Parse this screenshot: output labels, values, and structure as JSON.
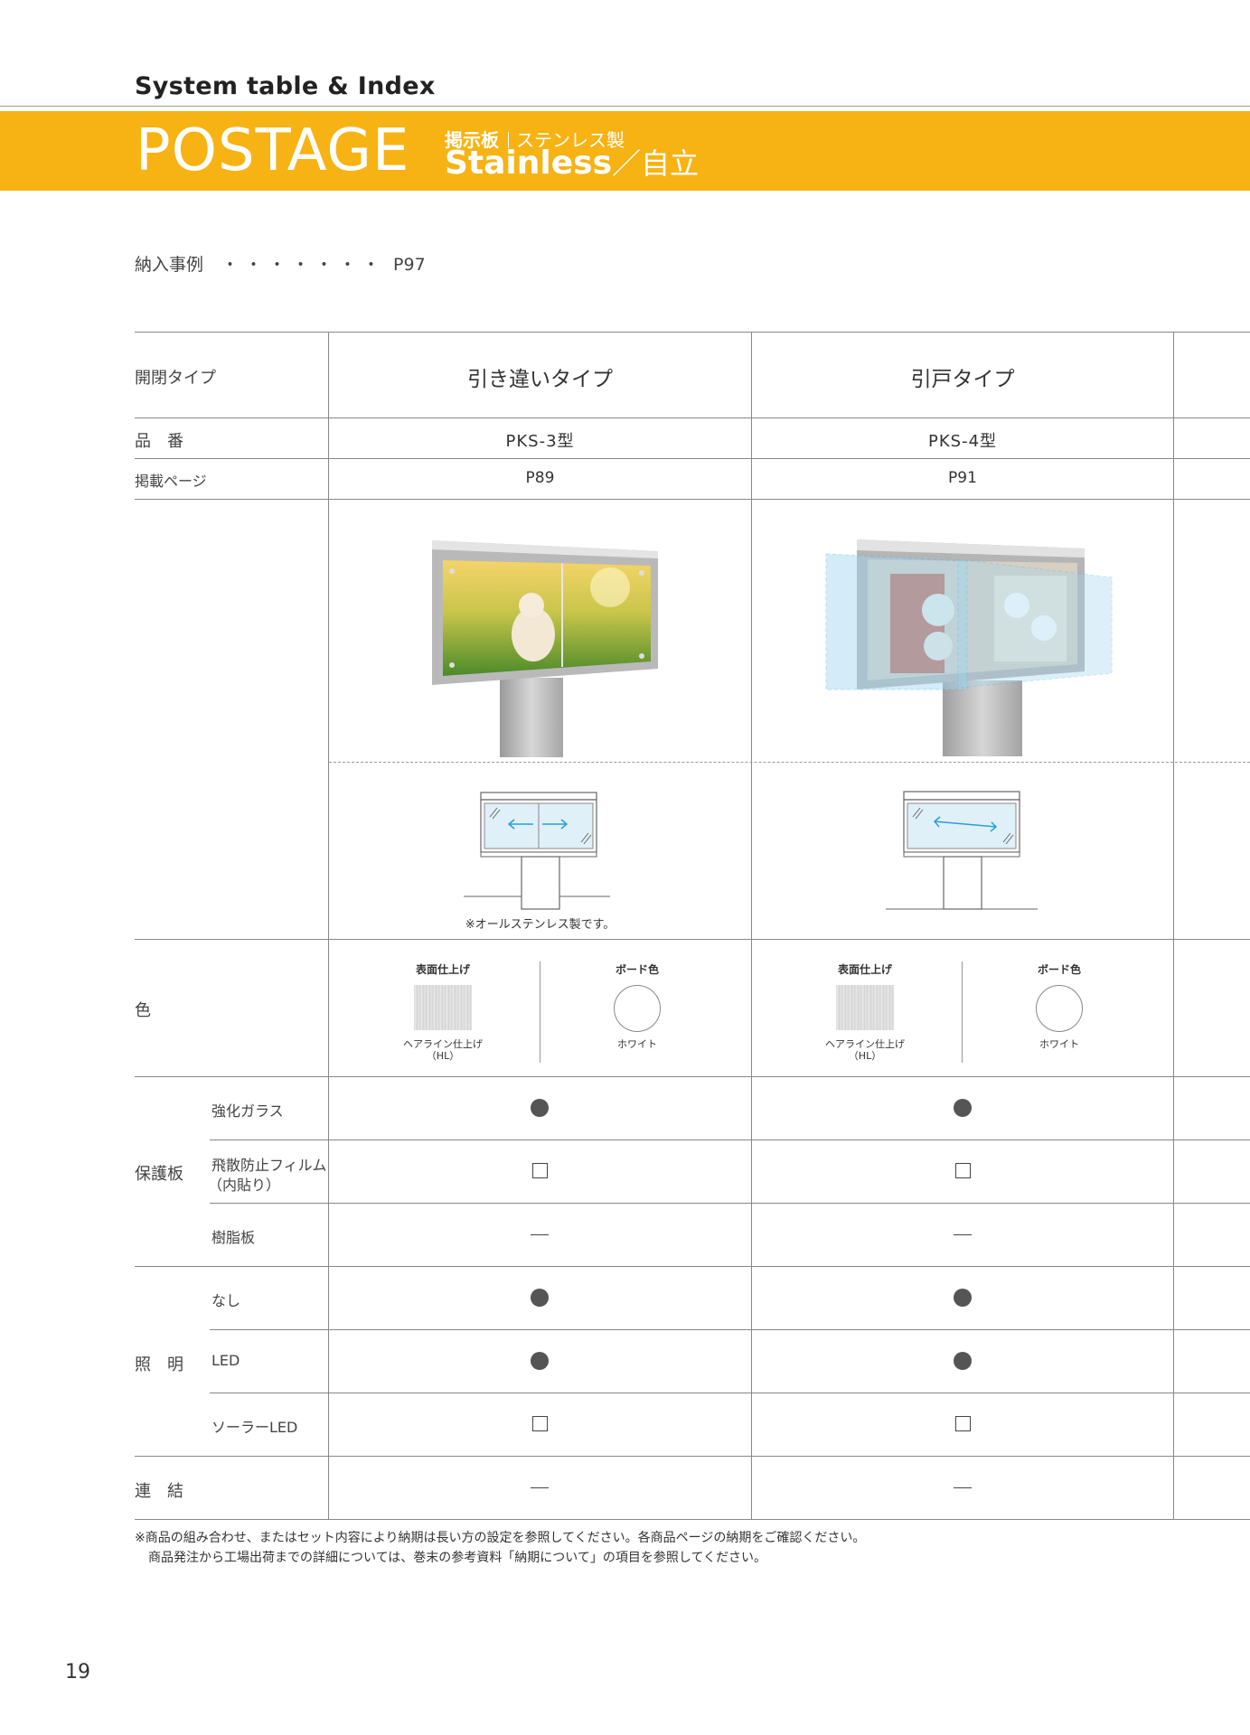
{
  "header": {
    "section_title": "System table & Index",
    "banner_main": "POSTAGE",
    "banner_kanji": "掲示板",
    "banner_material": "ステンレス製",
    "banner_series": "Stainless",
    "banner_suffix": "／自立",
    "banner_color": "#f7b314"
  },
  "reference": {
    "label": "納入事例",
    "dots": "・・・・・・・",
    "page": "P97"
  },
  "table": {
    "row_labels": {
      "open_type": "開閉タイプ",
      "model": "品　番",
      "page": "掲載ページ",
      "color": "色",
      "protect_group": "保護板",
      "protect_glass": "強化ガラス",
      "protect_film_1": "飛散防止フィルム",
      "protect_film_2": "（内貼り）",
      "protect_resin": "樹脂板",
      "light_group": "照　明",
      "light_none": "なし",
      "light_led": "LED",
      "light_solar": "ソーラーLED",
      "connect": "連　結"
    },
    "columns": [
      {
        "open_type": "引き違いタイプ",
        "model": "PKS-3型",
        "page": "P89",
        "diagram_note": "※オールステンレス製です。",
        "surface_title": "表面仕上げ",
        "surface_name_1": "ヘアライン仕上げ",
        "surface_name_2": "（HL）",
        "board_title": "ボード色",
        "board_name": "ホワイト",
        "glass": "standard",
        "film": "option",
        "resin": "none",
        "light_none": "standard",
        "light_led": "standard",
        "light_solar": "option",
        "connect": "none"
      },
      {
        "open_type": "引戸タイプ",
        "model": "PKS-4型",
        "page": "P91",
        "diagram_note": "",
        "surface_title": "表面仕上げ",
        "surface_name_1": "ヘアライン仕上げ",
        "surface_name_2": "（HL）",
        "board_title": "ボード色",
        "board_name": "ホワイト",
        "glass": "standard",
        "film": "option",
        "resin": "none",
        "light_none": "standard",
        "light_led": "standard",
        "light_solar": "option",
        "connect": "none"
      }
    ]
  },
  "notes": {
    "line1": "※商品の組み合わせ、またはセット内容により納期は長い方の設定を参照してください。各商品ページの納期をご確認ください。",
    "line2": "商品発注から工場出荷までの詳細については、巻末の参考資料「納期について」の項目を参照してください。"
  },
  "page_number": "19"
}
